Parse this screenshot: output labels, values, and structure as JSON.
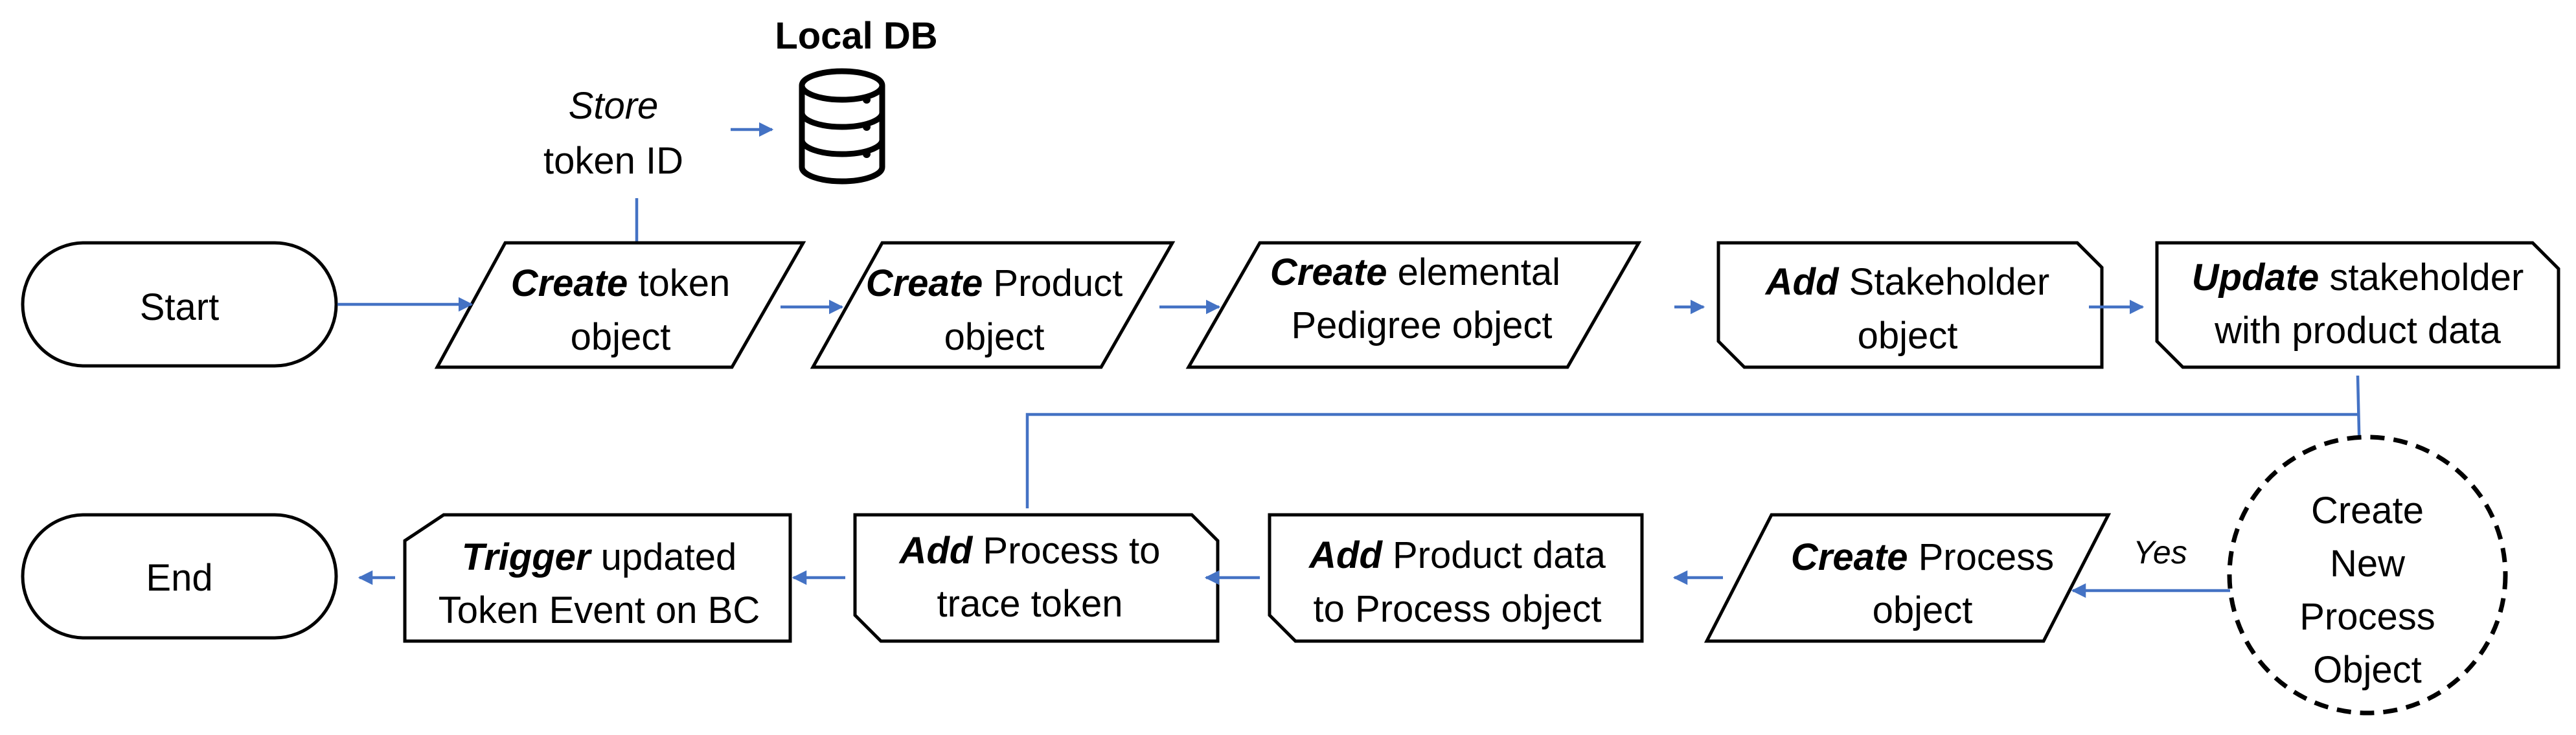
{
  "db": {
    "title": "Local DB",
    "icon": "database-icon"
  },
  "store_note": {
    "line1": "Store",
    "line2": "token ID"
  },
  "nodes": {
    "start": {
      "label": "Start"
    },
    "create_token": {
      "verb": "Create",
      "rest1": " token",
      "line2": "object"
    },
    "create_product": {
      "verb": "Create",
      "rest1": " Product",
      "line2": "object"
    },
    "create_pedigree": {
      "verb": "Create",
      "rest1": " elemental",
      "line2": "Pedigree object"
    },
    "add_stakeholder": {
      "verb": "Add",
      "rest1": " Stakeholder",
      "line2": "object"
    },
    "update_stakeholder": {
      "verb": "Update",
      "rest1": " stakeholder",
      "line2": "with product data"
    },
    "create_new_process": {
      "lines": [
        "Create",
        "New",
        "Process",
        "Object"
      ]
    },
    "create_process": {
      "verb": "Create",
      "rest1": " Process",
      "line2": "object"
    },
    "add_product_data": {
      "verb": "Add",
      "rest1": " Product data",
      "line2": "to Process object"
    },
    "add_process": {
      "verb": "Add",
      "rest1": " Process to",
      "line2": "trace token"
    },
    "trigger_event": {
      "verb": "Trigger",
      "rest1": " updated",
      "line2": "Token Event on BC"
    },
    "end": {
      "label": "End"
    }
  },
  "edge_labels": {
    "yes": "Yes"
  },
  "colors": {
    "arrow": "#4472c4",
    "stroke": "#000000"
  }
}
